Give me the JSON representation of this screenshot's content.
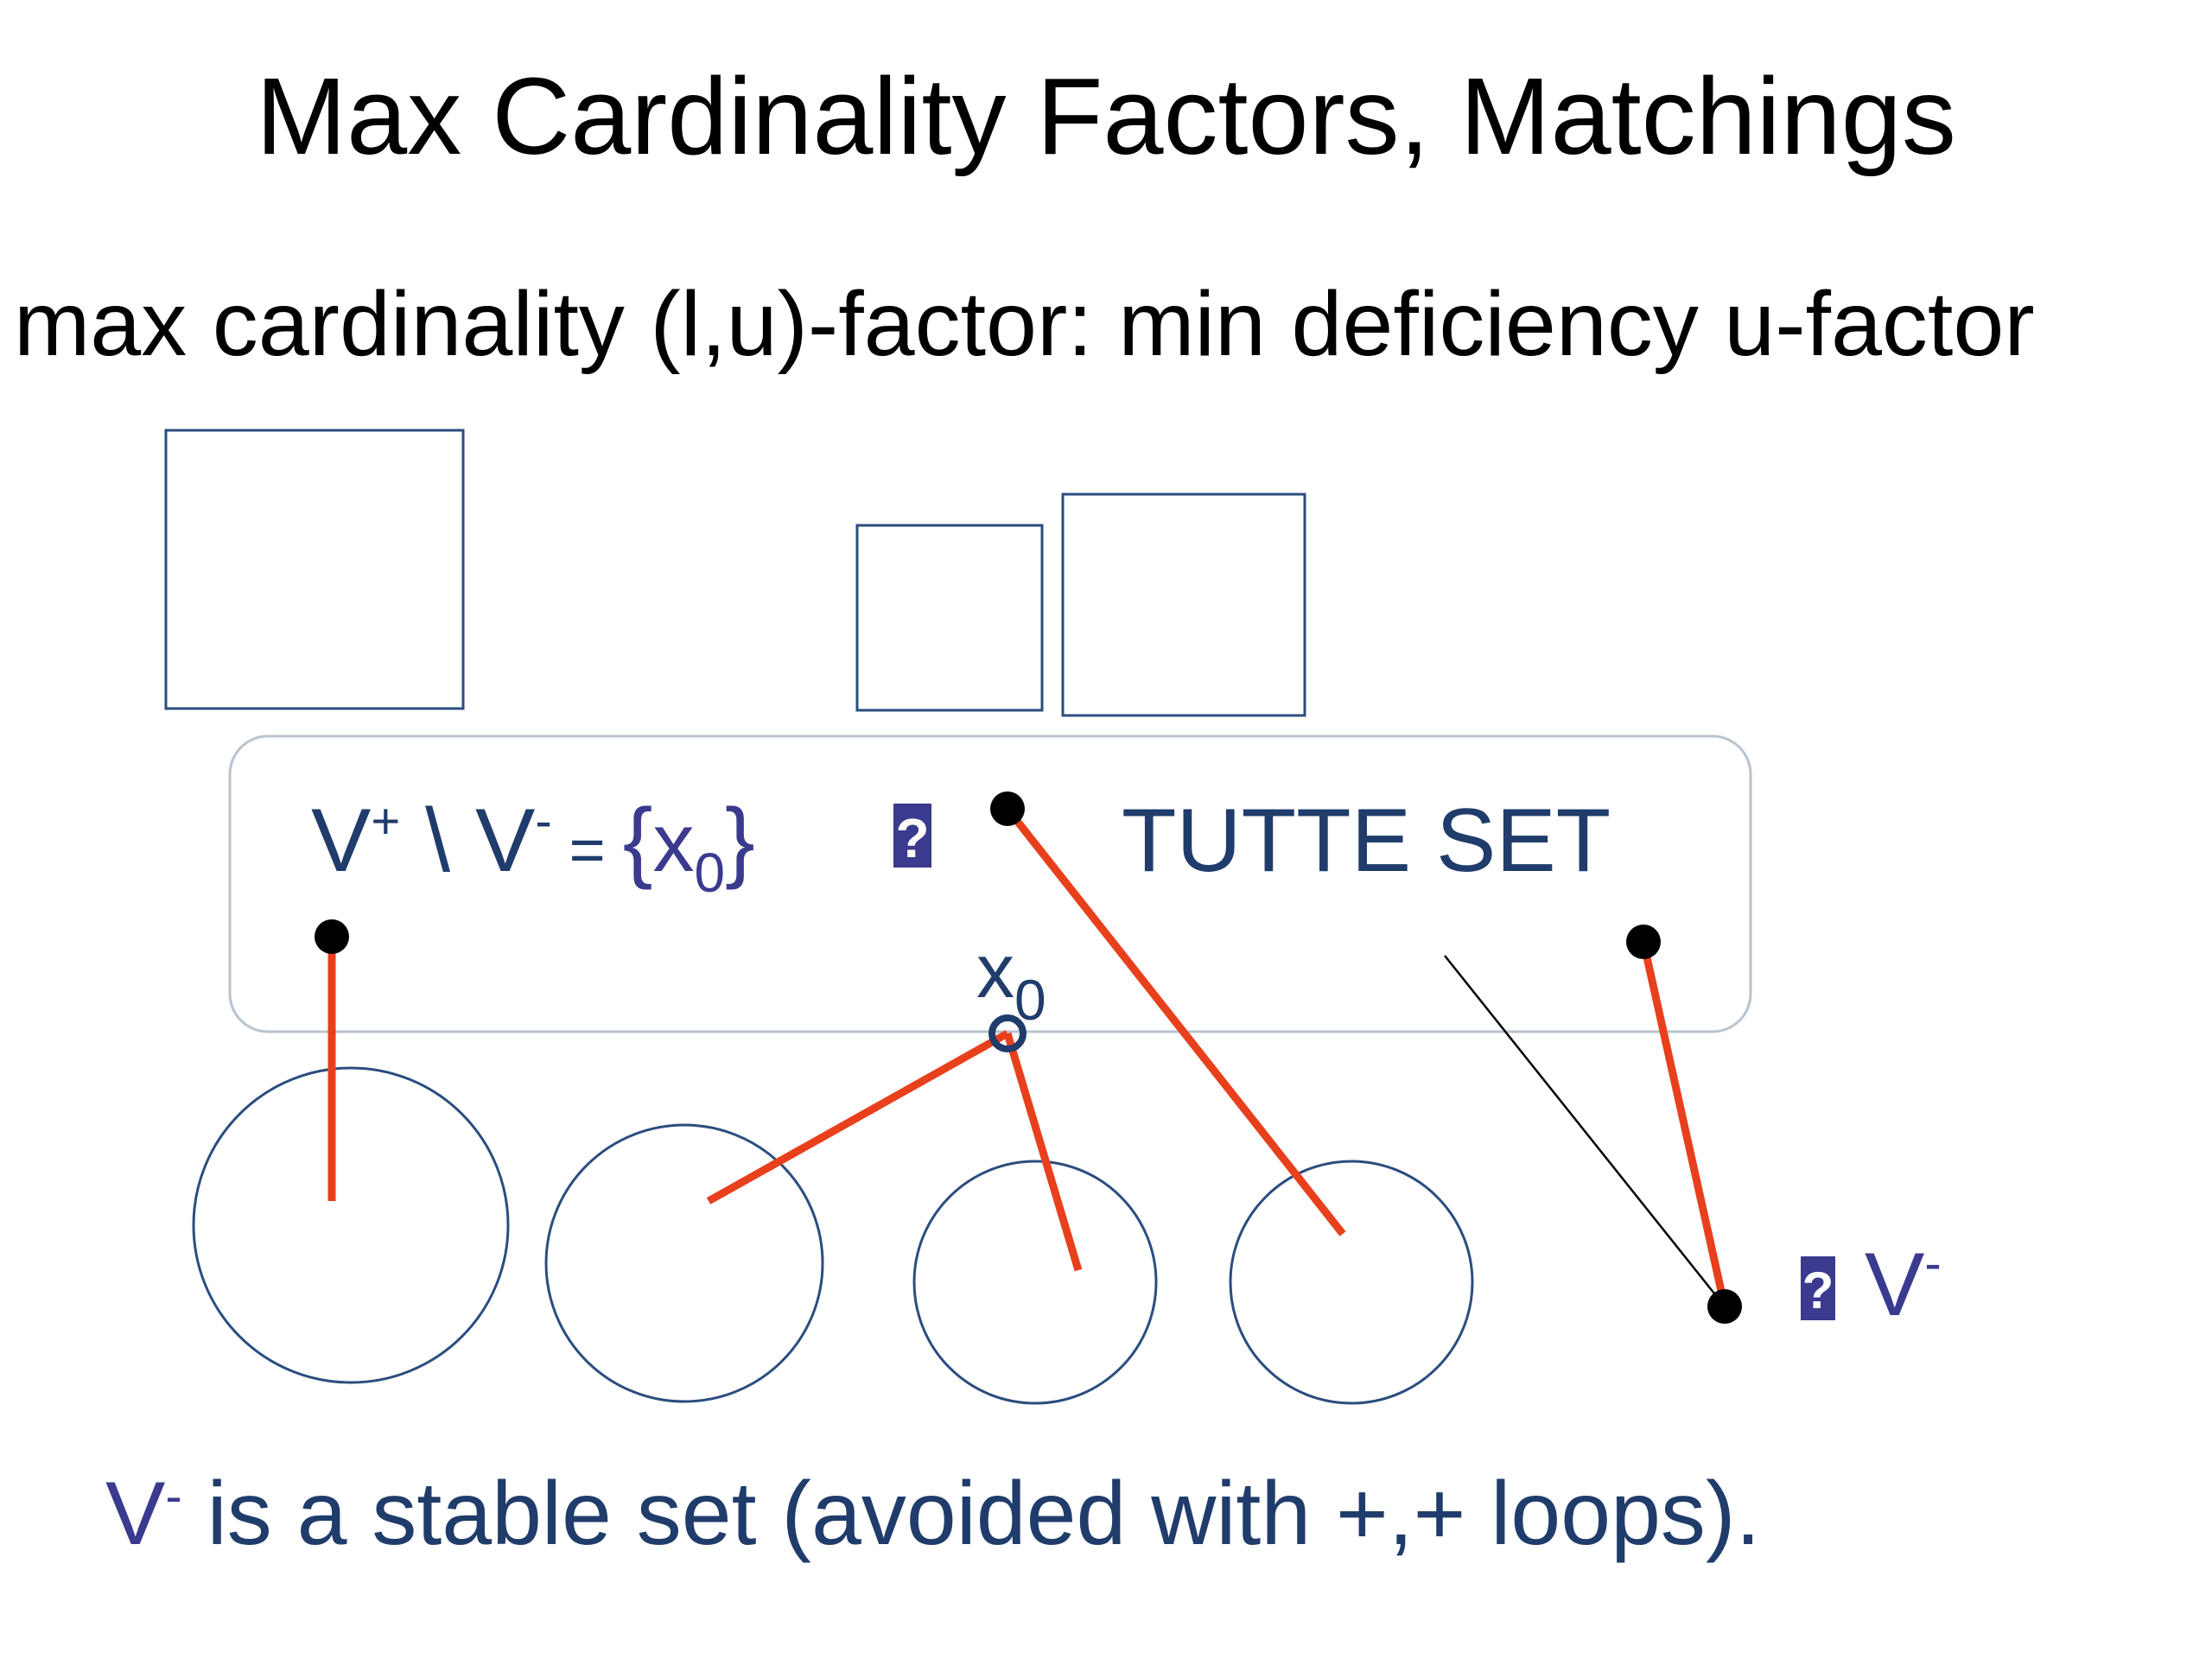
{
  "title": "Max Cardinality Factors, Matchings",
  "subtitle": "max cardinality (l,u)-factor: min deficiency u-factor",
  "colors": {
    "box_stroke": "#2b4d7f",
    "matching_edge": "#e8401c",
    "thin_edge": "#000000",
    "text_navy": "#1f3c6b",
    "text_purple": "#3a3a8e",
    "panel_border": "#b9c3cf"
  },
  "panel": {
    "formula_left": "V",
    "formula_left_sup": "+",
    "formula_sep": " \\ ",
    "formula_right": "V",
    "formula_right_sup": "-",
    "formula_eq": " = ",
    "formula_set_open": "{",
    "formula_set_var": "x",
    "formula_set_sub": "0",
    "formula_set_close": "}",
    "implies_glyph": "?",
    "tutte_label": "TUTTE SET",
    "x0_label": "x",
    "x0_sub": "0"
  },
  "vminus_marker": {
    "implies_glyph": "?",
    "label": "V",
    "sup": "-"
  },
  "footer": {
    "vm": "V",
    "vm_sup": "-",
    "text": " is a stable set (avoided with +,+ loops)."
  }
}
